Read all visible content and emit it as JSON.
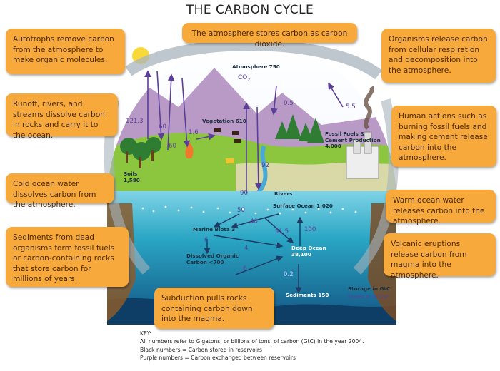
{
  "title": "THE CARBON CYCLE",
  "boxes": {
    "autotrophs": "Autotrophs remove carbon from the atmosphere to make organic molecules.",
    "atmosphere": "The atmosphere stores carbon as carbon dioxide.",
    "respiration": "Organisms release carbon from cellular respiration and decomposition into the atmosphere.",
    "runoff": "Runoff, rivers, and streams dissolve carbon in rocks and carry it to the ocean.",
    "human": "Human actions such as burning fossil fuels and making cement release carbon into the atmosphere.",
    "cold_ocean": "Cold ocean water dissolves carbon from the atmosphere.",
    "warm_ocean": "Warm ocean water releases carbon into the atmosphere.",
    "sediments": "Sediments from dead organisms form fossil fuels or carbon-containing rocks that store carbon for millions of years.",
    "volcanic": "Volcanic eruptions release carbon from magma into the atmosphere.",
    "subduction": "Subduction pulls rocks containing carbon down into the magma."
  },
  "reservoirs": {
    "atmosphere": "Atmosphere 750",
    "co2": "CO",
    "co2_sub": "2",
    "vegetation": "Vegetation 610",
    "soils": "Soils\n1,580",
    "fossil": "Fossil Fuels &\nCement Production\n4,000",
    "rivers": "Rivers",
    "surface_ocean": "Surface Ocean 1,020",
    "marine_biota": "Marine Biota 3",
    "doc": "Dissolved Organic\nCarbon <700",
    "deep_ocean": "Deep Ocean\n38,100",
    "sediments": "Sediments 150"
  },
  "fluxes": {
    "f121": "121.3",
    "f60a": "60",
    "f60b": "60",
    "f16": "1.6",
    "f05": "0.5",
    "f55": "5.5",
    "f92": "92",
    "f90": "90",
    "f50": "50",
    "f40": "40",
    "f915": "91.5",
    "f100": "100",
    "f6a": "6",
    "f4": "4",
    "f6b": "6",
    "f02": "0.2"
  },
  "legend": {
    "storage": "Storage in GtC",
    "fluxes": "Fluxes in GtC/yr"
  },
  "key": {
    "heading": "KEY:",
    "line1": "All numbers refer to Gigatons, or billions of tons, of carbon (GtC) in the year 2004.",
    "line2": "Black numbers = Carbon stored in reservoirs",
    "line3": "Purple numbers = Carbon exchanged between reservoirs"
  },
  "colors": {
    "box": "#f7a93b",
    "flux": "#5b3e9a",
    "sky": "#ffffff",
    "ocean": "#2aa6c4",
    "deep_ocean": "#135e91",
    "grass": "#8cc63f",
    "mountain": "#b99ac6",
    "earth": "#8a5a2b"
  }
}
